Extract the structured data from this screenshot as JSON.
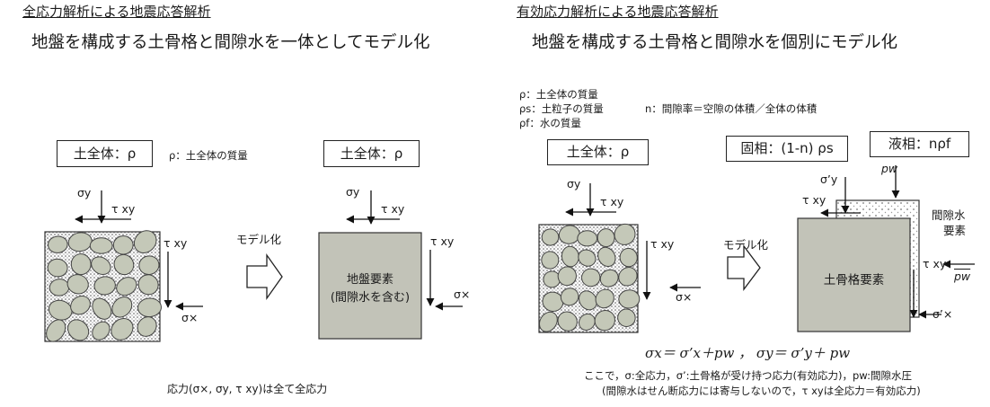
{
  "left": {
    "heading": "全応力解析による地震応答解析",
    "subheading": "地盤を構成する土骨格と間隙水を一体としてモデル化",
    "soil_label": "土全体：ρ",
    "rho_note": "ρ：土全体の質量",
    "model_soil_label": "土全体：ρ",
    "sigma_y": "σy",
    "tau_xy": "τ xy",
    "sigma_x": "σ×",
    "m_sigma_y": "σy",
    "m_tau_xy": "τ xy",
    "m_sigma_x": "σ×",
    "arrow_label": "モデル化",
    "element_line1": "地盤要素",
    "element_line2": "(間隙水を含む)",
    "caption": "応力(σ×, σy, τ xy)は全て全応力"
  },
  "right": {
    "heading": "有効応力解析による地震応答解析",
    "subheading": "地盤を構成する土骨格と間隙水を個別にモデル化",
    "legend": [
      "ρ：土全体の質量",
      "ρs：土粒子の質量",
      "ρf：水の質量"
    ],
    "porosity_note": "n：間隙率＝空隙の体積／全体の体積",
    "soil_label": "土全体：ρ",
    "solid_label": "固相：(1-n) ρs",
    "liquid_label": "液相：nρf",
    "sigma_y": "σy",
    "tau_xy": "τ xy",
    "sigma_x": "σ×",
    "arrow_label": "モデル化",
    "sp_y": "σ’y",
    "m_tau_xy": "τ xy",
    "pw_top": "pw",
    "pore_water_line1": "間隙水",
    "pore_water_line2": "要素",
    "tau_xy_right": "τ xy",
    "pw_right": "pw",
    "sp_x": "σ’×",
    "skeleton_label": "土骨格要素",
    "equation": "σx＝ σ’x＋pw ， σy＝ σ’y＋ pw",
    "caption1": "ここで，σ:全応力，σ’:土骨格が受け持つ応力(有効応力)，pw:間隙水圧",
    "caption2": "(間隙水はせん断応力には寄与しないので，τ xyは全応力＝有効応力)"
  }
}
